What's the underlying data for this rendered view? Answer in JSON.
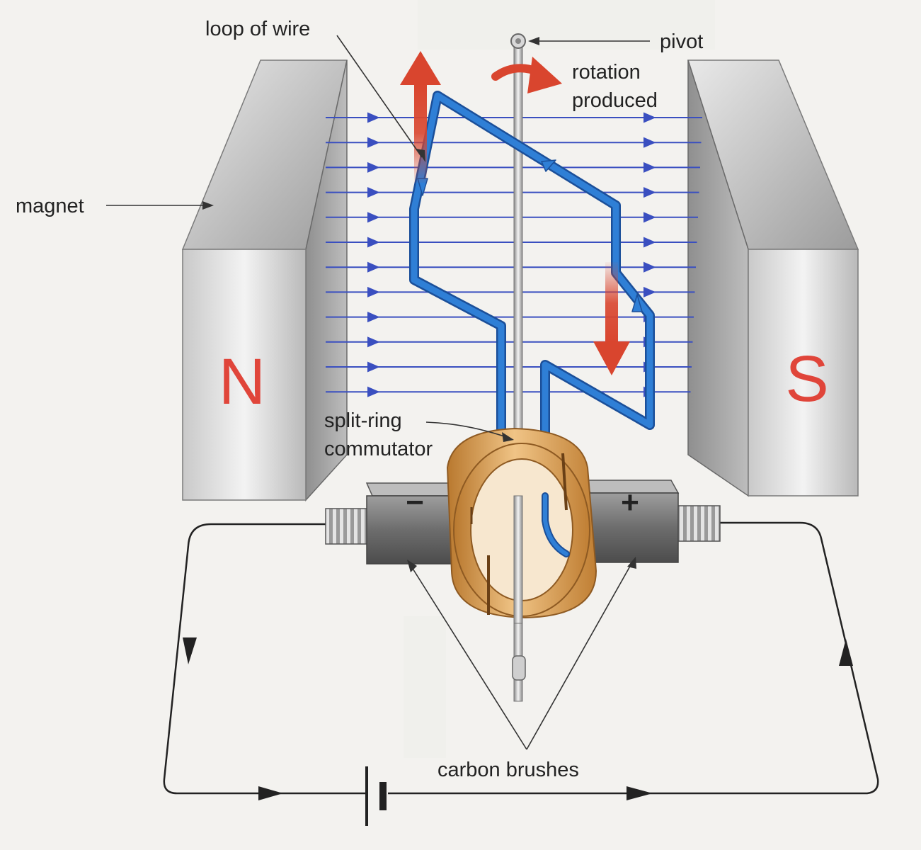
{
  "labels": {
    "loop_of_wire": "loop of wire",
    "pivot": "pivot",
    "rotation_line1": "rotation",
    "rotation_line2": "produced",
    "magnet": "magnet",
    "commutator_line1": "split-ring",
    "commutator_line2": "commutator",
    "carbon_brushes": "carbon brushes"
  },
  "poles": {
    "north": "N",
    "south": "S"
  },
  "terminals": {
    "negative": "−",
    "positive": "+"
  },
  "colors": {
    "wire": "#2f7fd6",
    "field_lines": "#3a4fc0",
    "force_arrow": "#d9452e",
    "pole_letter": "#e0453a",
    "commutator": "#dca35a",
    "circuit": "#222222"
  },
  "icons": {
    "rotation_arrow": "curved-arrow-icon",
    "battery": "battery-cell-icon",
    "field_arrow": "arrowhead-icon"
  }
}
